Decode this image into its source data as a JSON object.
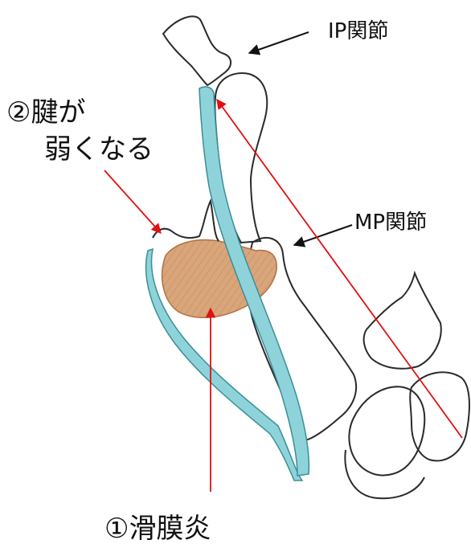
{
  "labels": {
    "ip_joint": "IP関節",
    "mp_joint": "MP関節",
    "tendon_weakens_line1": "②腱が",
    "tendon_weakens_line2": "弱くなる",
    "synovitis": "①滑膜炎"
  },
  "colors": {
    "outline": "#2a2a2a",
    "tendon_fill": "#8fd3da",
    "tendon_edge": "#3a8e98",
    "synovium_fill": "#c98a58",
    "arrow_black": "#111111",
    "arrow_red": "#e01010"
  }
}
